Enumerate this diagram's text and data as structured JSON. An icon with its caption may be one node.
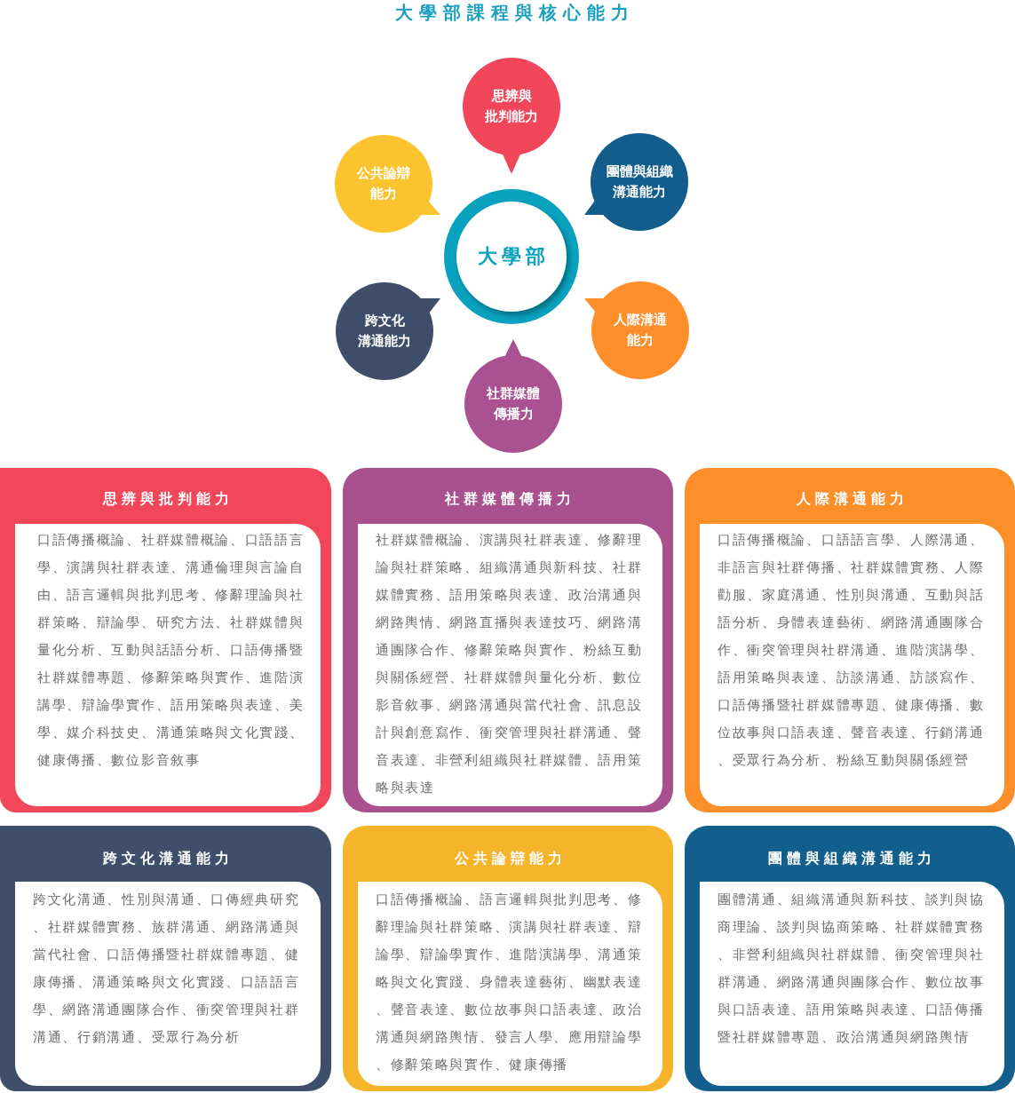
{
  "diagram": {
    "title": "大學部課程與核心能力",
    "nodes": [
      {
        "text": [
          "思辨與批判能力"
        ]
      },
      {
        "text": [
          "公共論辯能力"
        ]
      },
      {
        "text": [
          "團體與組織溝通能力"
        ]
      },
      {
        "text": [
          "大學部"
        ]
      },
      {
        "text": [
          "跨文化溝通能力"
        ]
      },
      {
        "text": [
          "人際溝通能力"
        ]
      },
      {
        "text": [
          "社群媒體傳播力"
        ]
      },
      {
        "text": [
          "思辨與批判能力",
          "口語傳播概論、社群媒體概論、口語語言學、演講與社群表達、溝通倫理與言論自由、語言邏輯與批判思考、修辭理論與社群策略、辯論學、研究方法、社群媒體與量化分析、互動與話語分析、口語傳播暨社群媒體專題、修辭策略與實作、進階演講學、辯論學實作、語用策略與表達、美學、媒介科技史、溝通策略與文化實踐、健康傳播、數位影音敘事"
        ]
      },
      {
        "text": [
          "社群媒體傳播力",
          "社群媒體概論、演講與社群表達、修辭理論與社群策略、組織溝通與新科技、社群媒體實務、語用策略與表達、政治溝通與網路輿情、網路直播與表達技巧、網路溝通團隊合作、修辭策略與實作、粉絲互動與關係經營、社群媒體與量化分析、數位影音敘事、網路溝通與當代社會、訊息設計與創意寫作、衝突管理與社群溝通、聲音表達、非營利組織與社群媒體、語用策略與表達"
        ]
      },
      {
        "text": [
          "人際溝通能力",
          "口語傳播概論、口語語言學、人際溝通、非語言與社群傳播、社群媒體實務、人際勸服、家庭溝通、性別與溝通、互動與話語分析、身體表達藝術、網路溝通團隊合作、衝突管理與社群溝通、進階演講學、語用策略與表達、訪談溝通、訪談寫作、口語傳播暨社群媒體專題、健康傳播、數位故事與口語表達、聲音表達、行銷溝通、受眾行為分析、粉絲互動與關係經營"
        ]
      },
      {
        "text": [
          "跨文化溝通能力",
          "跨文化溝通、性別與溝通、口傳經典研究、社群媒體實務、族群溝通、網路溝通與當代社會、口語傳播暨社群媒體專題、健康傳播、溝通策略與文化實踐、口語語言學、網路溝通團隊合作、衝突管理與社群溝通、行銷溝通、受眾行為分析"
        ]
      },
      {
        "text": [
          "公共論辯能力",
          "口語傳播概論、語言邏輯與批判思考、修辭理論與社群策略、演講與社群表達、辯論學、辯論學實作、進階演講學、溝通策略與文化實踐、身體表達藝術、幽默表達、聲音表達、數位故事與口語表達、政治溝通與網路輿情、發言人學、應用辯論學、修辭策略與實作、健康傳播"
        ]
      },
      {
        "text": [
          "團體與組織溝通能力",
          "團體溝通、組織溝通與新科技、談判與協商理論、談判與協商策略、社群媒體實務、非營利組織與社群媒體、衝突管理與社群溝通、網路溝通與團隊合作、數位故事與口語表達、語用策略與表達、口語傳播暨社群媒體專題、政治溝通與網路輿情"
        ]
      }
    ]
  }
}
